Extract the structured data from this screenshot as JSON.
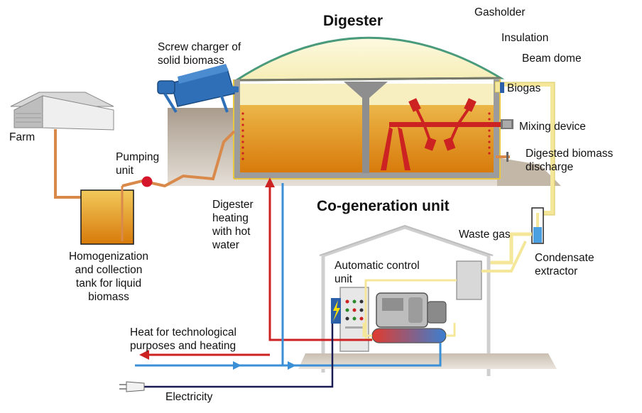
{
  "labels": {
    "digester": "Digester",
    "gasholder": "Gasholder",
    "insulation": "Insulation",
    "beam_dome": "Beam dome",
    "screw_charger": "Screw charger of\nsolid biomass",
    "biogas": "Biogas",
    "mixing_device": "Mixing device",
    "digested_discharge": "Digested biomass\ndischarge",
    "farm": "Farm",
    "pumping_unit": "Pumping\nunit",
    "cogeneration_unit": "Co-generation unit",
    "digester_heating": "Digester\nheating\nwith hot\nwater",
    "waste_gas": "Waste gas",
    "homogenization_tank": "Homogenization\nand collection\ntank for liquid\nbiomass",
    "automatic_control": "Automatic control\nunit",
    "condensate_extractor": "Condensate\nextractor",
    "heat_purposes": "Heat for technological\npurposes and heating",
    "electricity": "Electricity"
  },
  "colors": {
    "biomass_top": "#f2c95b",
    "biomass_bottom": "#d77a0a",
    "dome_fill": "#fbf6cc",
    "dome_outline": "#4a9a7c",
    "wall": "#9a9a9a",
    "ground": "#b7aa9b",
    "hot_water": "#cc2222",
    "cold_water": "#3a8fd6",
    "biogas_pipe": "#f4e79a",
    "feed_pipe": "#d98a4a",
    "mixer": "#cc2222",
    "screw": "#2e6fb8",
    "electricity_line": "#1a1a55"
  },
  "icons": [
    "farm-building-icon",
    "pump-icon",
    "screw-charger-icon",
    "mixer-icon",
    "lightning-icon",
    "control-cabinet-icon",
    "generator-icon",
    "heat-exchanger-icon",
    "condensate-vessel-icon",
    "power-plug-icon"
  ]
}
